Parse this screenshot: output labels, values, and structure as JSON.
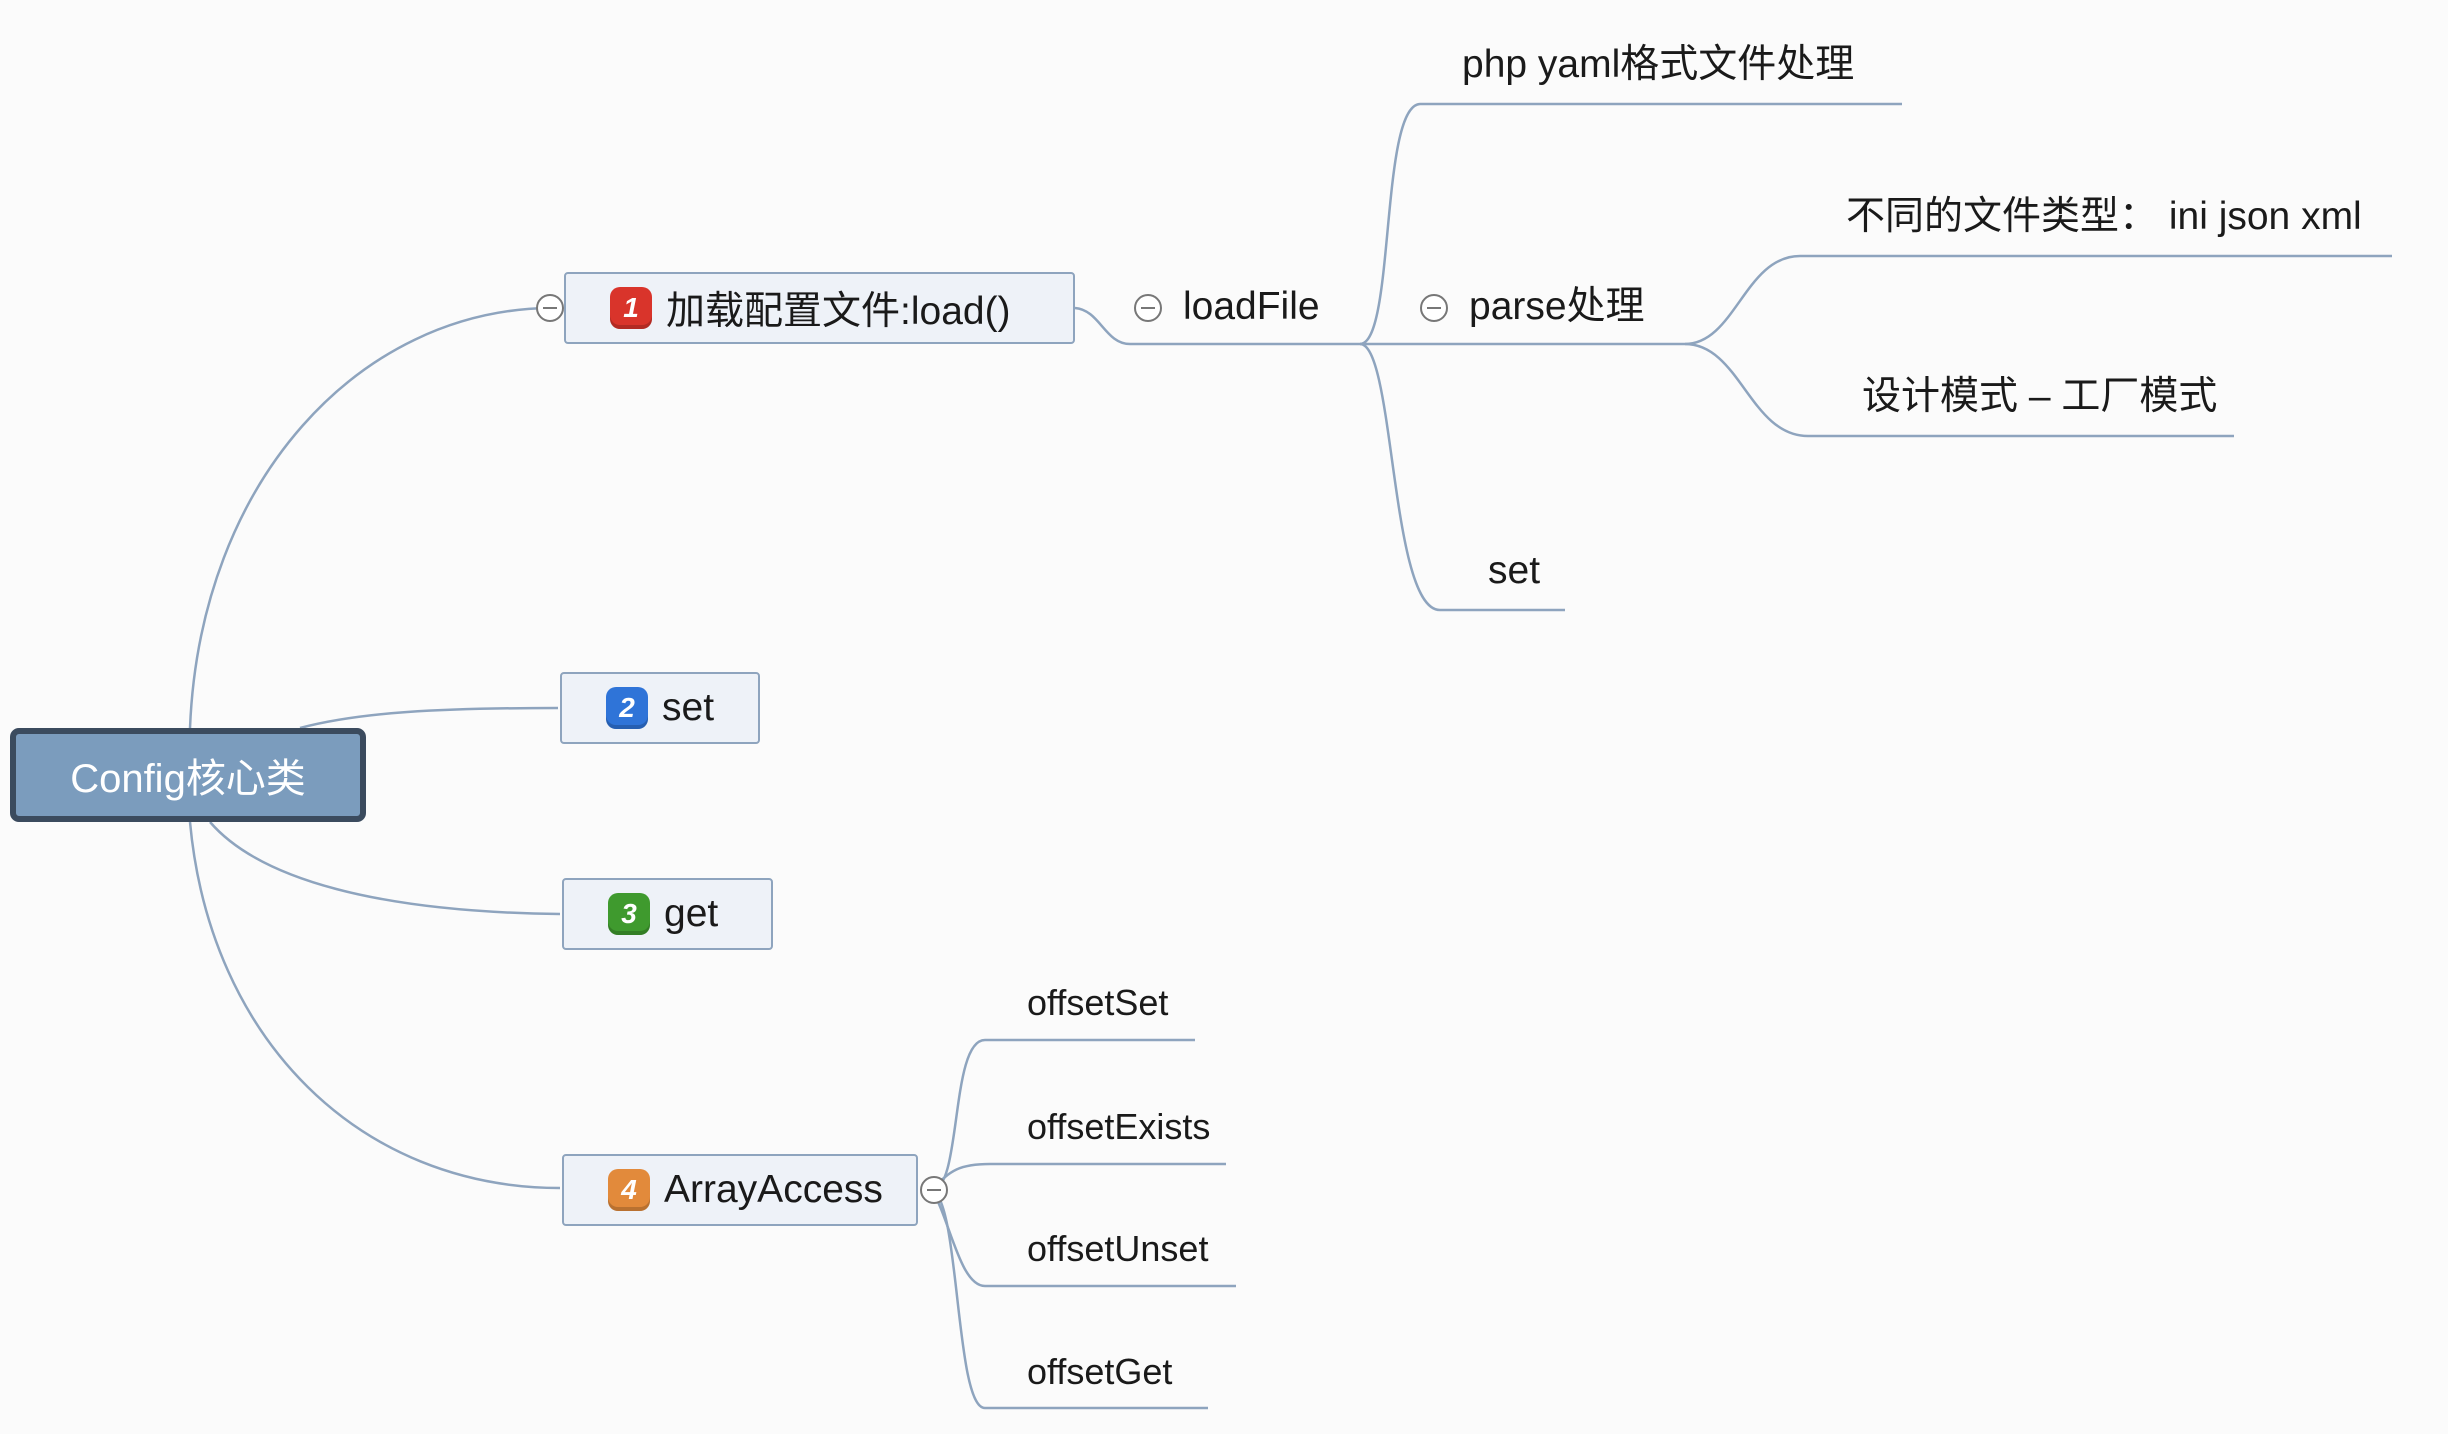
{
  "root": {
    "label": "Config核心类"
  },
  "branches": [
    {
      "badge": "1",
      "label": "加载配置文件:load()",
      "color": "#d9342b"
    },
    {
      "badge": "2",
      "label": "set",
      "color": "#2f74d8"
    },
    {
      "badge": "3",
      "label": "get",
      "color": "#3f9a2e"
    },
    {
      "badge": "4",
      "label": "ArrayAccess",
      "color": "#e28a3b"
    }
  ],
  "load": {
    "loadfile": "loadFile",
    "php_yaml": "php yaml格式文件处理",
    "parse": "parse处理",
    "file_types": "不同的文件类型： ini json xml",
    "design_pattern": "设计模式 – 工厂模式",
    "set": "set"
  },
  "array_access": {
    "items": [
      "offsetSet",
      "offsetExists",
      "offsetUnset",
      "offsetGet"
    ]
  },
  "colors": {
    "line": "#8ea4be",
    "root_fill": "#7b9cbd",
    "root_border": "#3b4b5e"
  }
}
